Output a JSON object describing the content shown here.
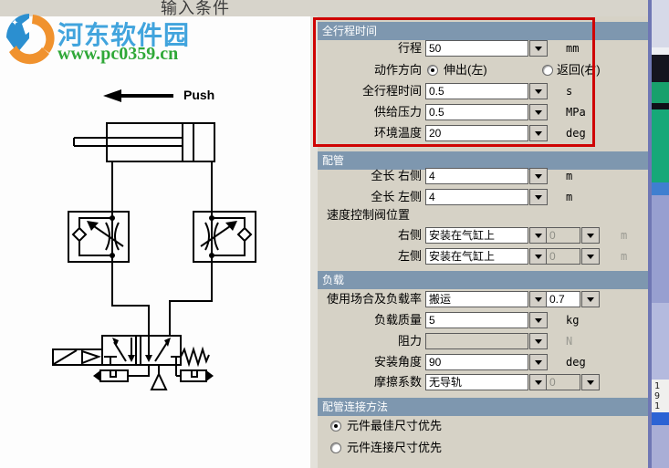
{
  "window": {
    "title": "输入条件"
  },
  "watermark": {
    "site_name": "河东软件园",
    "site_url": "www.pc0359.cn"
  },
  "diagram": {
    "push_label": "Push"
  },
  "form": {
    "sections": [
      {
        "header": "全行程时间",
        "rows": [
          {
            "label": "行程",
            "value": "50",
            "unit": "mm"
          },
          {
            "label": "动作方向",
            "options": [
              {
                "label": "伸出(左)",
                "selected": true
              },
              {
                "label": "返回(右)",
                "selected": false
              }
            ]
          },
          {
            "label": "全行程时间",
            "value": "0.5",
            "unit": "s"
          },
          {
            "label": "供给压力",
            "value": "0.5",
            "unit": "MPa"
          },
          {
            "label": "环境温度",
            "value": "20",
            "unit": "deg"
          }
        ]
      },
      {
        "header": "配管",
        "rows": [
          {
            "label": "全长 右侧",
            "value": "4",
            "unit": "m"
          },
          {
            "label": "全长 左侧",
            "value": "4",
            "unit": "m"
          }
        ],
        "subheading": "速度控制阀位置",
        "valve_rows": [
          {
            "label": "右侧",
            "value": "安装在气缸上",
            "value2": "0",
            "unit": "m"
          },
          {
            "label": "左侧",
            "value": "安装在气缸上",
            "value2": "0",
            "unit": "m"
          }
        ]
      },
      {
        "header": "负载",
        "rows": [
          {
            "label": "使用场合及负载率",
            "value": "搬运",
            "value2": "0.7"
          },
          {
            "label": "负载质量",
            "value": "5",
            "unit": "kg"
          },
          {
            "label": "阻力",
            "value": "",
            "unit": "N"
          },
          {
            "label": "安装角度",
            "value": "90",
            "unit": "deg"
          },
          {
            "label": "摩擦系数",
            "value": "无导轨",
            "value2": "0"
          }
        ]
      },
      {
        "header": "配管连接方法",
        "options": [
          {
            "label": "元件最佳尺寸优先",
            "selected": true
          },
          {
            "label": "元件连接尺寸优先",
            "selected": false
          }
        ]
      }
    ]
  },
  "background_edge": {
    "fragments": [
      "1",
      "9",
      "1"
    ]
  },
  "colors": {
    "highlight_red": "#cf0404",
    "section_header_blue": "#7e97af",
    "panel_bg": "#d6d2c6",
    "logo_blue": "#41a4dd",
    "logo_green": "#2fa838"
  }
}
